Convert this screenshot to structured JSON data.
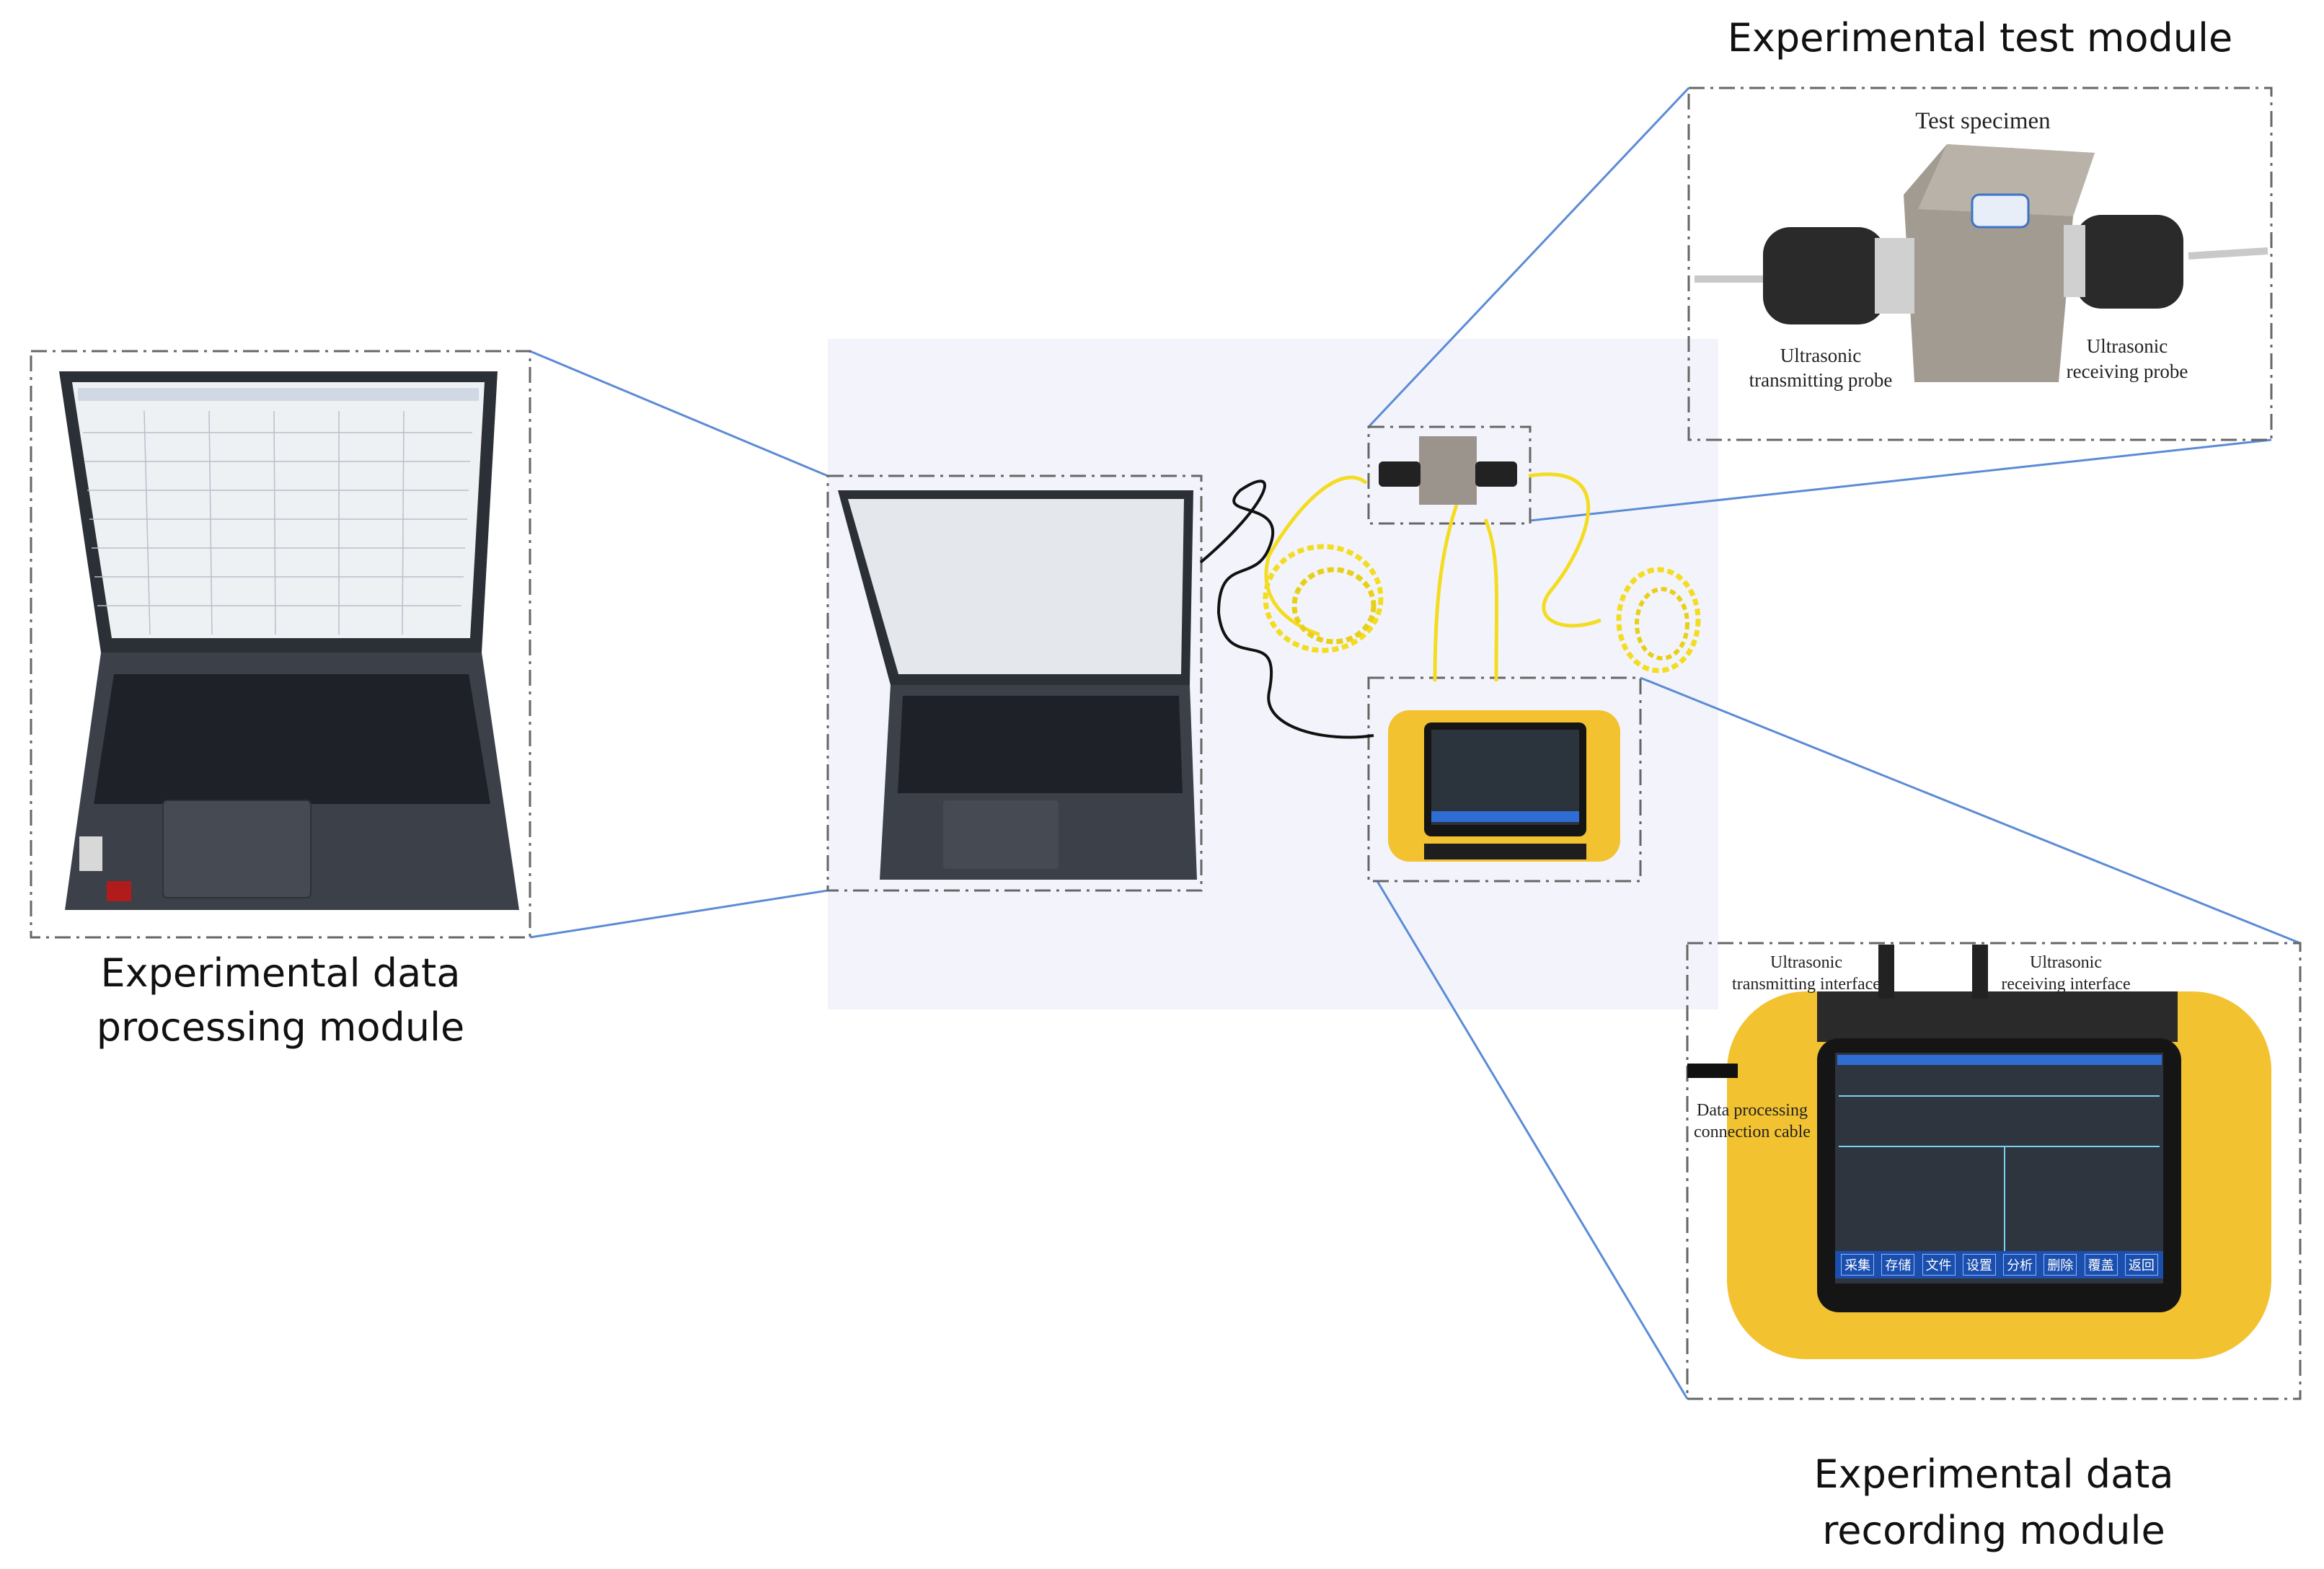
{
  "modules": {
    "test": {
      "title": "Experimental test module"
    },
    "processing": {
      "title_line1": "Experimental data",
      "title_line2": "processing module"
    },
    "recording": {
      "title_line1": "Experimental data",
      "title_line2": "recording module"
    }
  },
  "test_detail": {
    "specimen": "Test specimen",
    "transmit_line1": "Ultrasonic",
    "transmit_line2": "transmitting probe",
    "receive_line1": "Ultrasonic",
    "receive_line2": "receiving probe"
  },
  "recorder_detail": {
    "tx_line1": "Ultrasonic",
    "tx_line2": "transmitting interface",
    "rx_line1": "Ultrasonic",
    "rx_line2": "receiving interface",
    "cable_line1": "Data processing",
    "cable_line2": "connection cable",
    "screen_buttons": [
      "采集",
      "存储",
      "文件",
      "设置",
      "分析",
      "删除",
      "覆盖",
      "返回"
    ]
  },
  "colors": {
    "connector_line": "#5b8bd6",
    "cable_yellow": "#f3dc22",
    "device_yellow": "#f2c230",
    "laptop_body": "#3b4049",
    "panel_bg": "#f3f4fb"
  }
}
